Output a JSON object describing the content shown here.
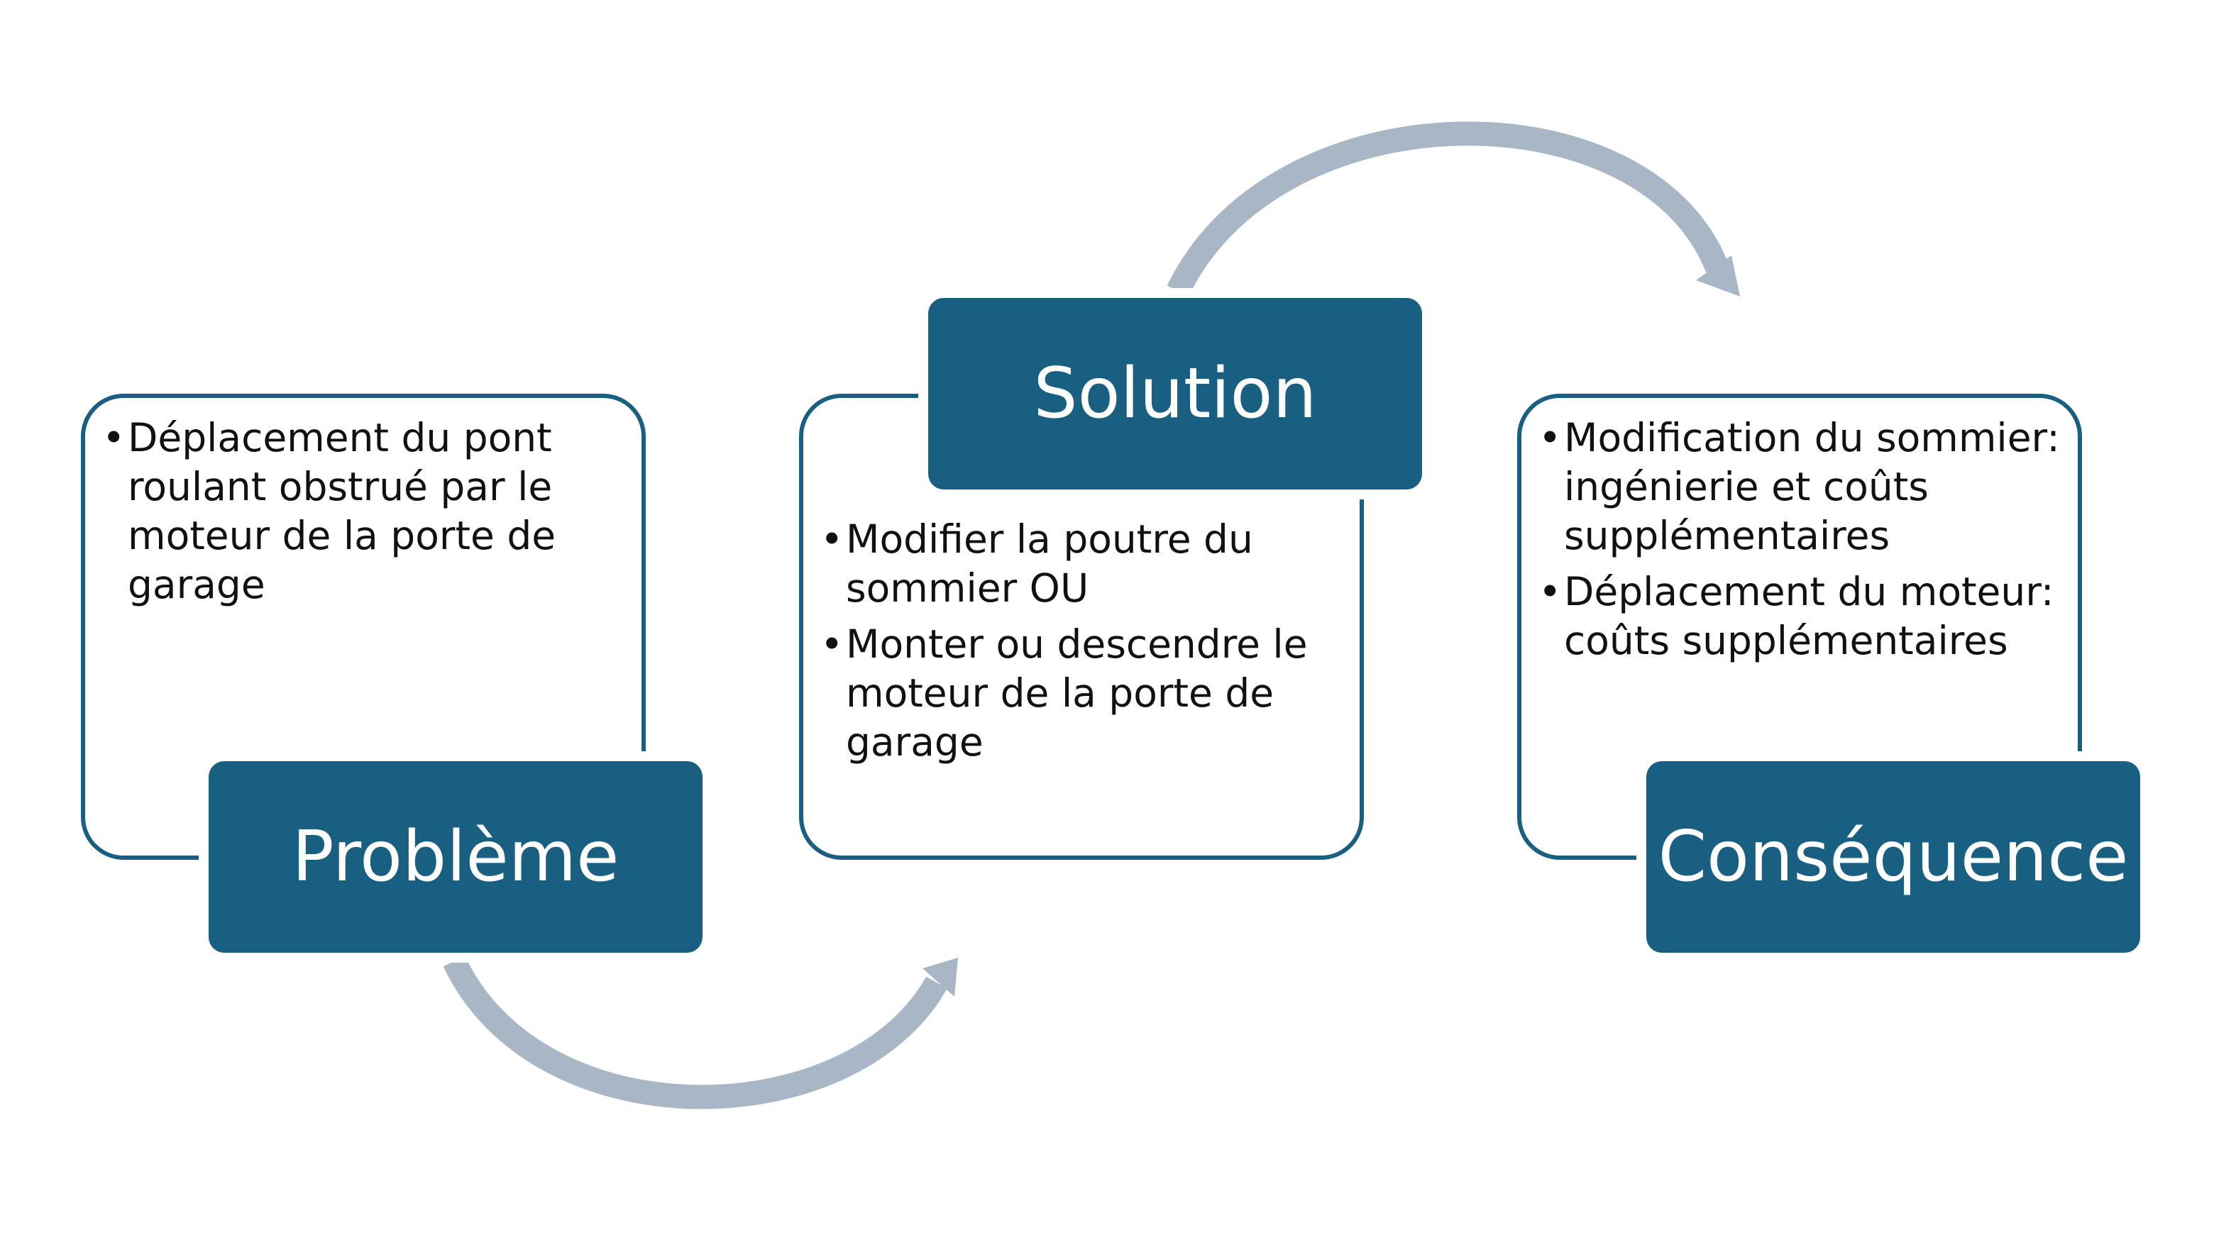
{
  "colors": {
    "accent": "#185f82",
    "card_border": "#1a5f82",
    "arrow": "#a9b6c5",
    "text": "#111111",
    "label_text": "#ffffff"
  },
  "steps": [
    {
      "title": "Problème",
      "bullets": [
        "Déplacement du pont roulant obstrué par le moteur de la porte de garage"
      ]
    },
    {
      "title": "Solution",
      "bullets": [
        "Modifier la poutre du sommier OU",
        "Monter ou descendre le moteur de la porte de garage"
      ]
    },
    {
      "title": "Conséquence",
      "bullets": [
        "Modification du sommier: ingénierie et coûts supplémentaires",
        "Déplacement du moteur: coûts supplémentaires"
      ]
    }
  ],
  "connectors": [
    {
      "from": "Problème",
      "to": "Solution",
      "icon": "curved-arrow-icon"
    },
    {
      "from": "Solution",
      "to": "Conséquence",
      "icon": "curved-arrow-icon"
    }
  ]
}
